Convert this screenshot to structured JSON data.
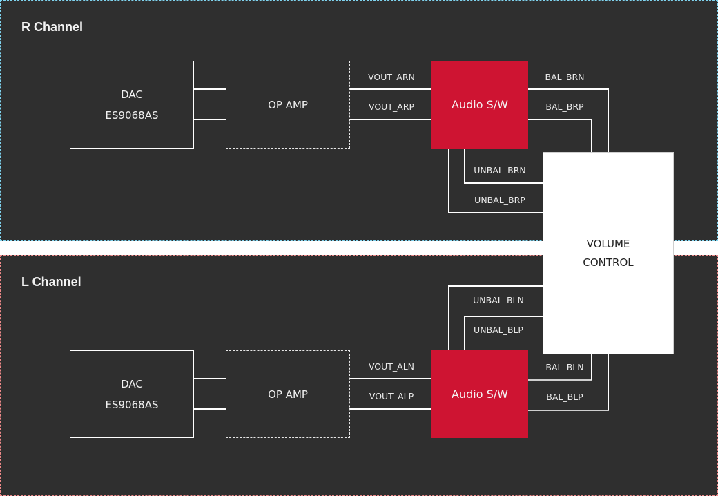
{
  "colors": {
    "background": "#2f2f2f",
    "r_channel_border": "#7fd4f0",
    "l_channel_border": "#f08a8a",
    "audio_switch": "#ce1432",
    "volume_control": "#ffffff"
  },
  "r_channel": {
    "title": "R Channel",
    "dac": {
      "line1": "DAC",
      "line2": "ES9068AS"
    },
    "opamp": {
      "label": "OP AMP"
    },
    "audio_switch": {
      "label": "Audio S/W"
    },
    "signals": {
      "vout_n": "VOUT_ARN",
      "vout_p": "VOUT_ARP",
      "bal_n": "BAL_BRN",
      "bal_p": "BAL_BRP",
      "unbal_n": "UNBAL_BRN",
      "unbal_p": "UNBAL_BRP"
    }
  },
  "l_channel": {
    "title": "L Channel",
    "dac": {
      "line1": "DAC",
      "line2": "ES9068AS"
    },
    "opamp": {
      "label": "OP AMP"
    },
    "audio_switch": {
      "label": "Audio S/W"
    },
    "signals": {
      "vout_n": "VOUT_ALN",
      "vout_p": "VOUT_ALP",
      "bal_n": "BAL_BLN",
      "bal_p": "BAL_BLP",
      "unbal_n": "UNBAL_BLN",
      "unbal_p": "UNBAL_BLP"
    }
  },
  "volume_control": {
    "line1": "VOLUME",
    "line2": "CONTROL"
  }
}
